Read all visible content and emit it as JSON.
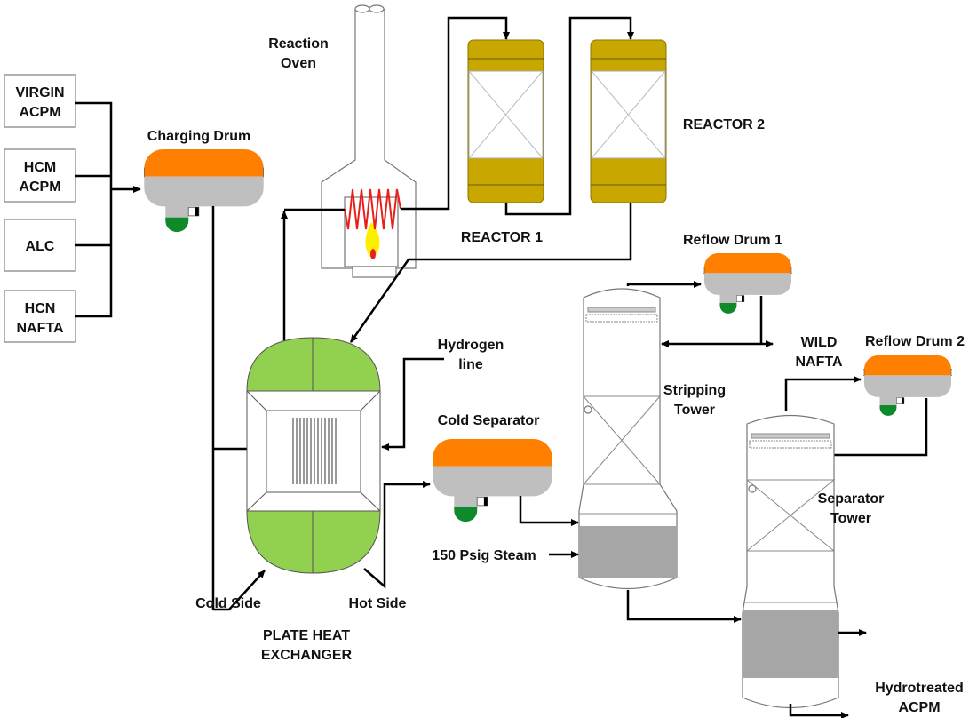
{
  "feeds": [
    {
      "line1": "VIRGIN",
      "line2": "ACPM"
    },
    {
      "line1": "HCM",
      "line2": "ACPM"
    },
    {
      "line1": "ALC",
      "line2": ""
    },
    {
      "line1": "HCN",
      "line2": "NAFTA"
    }
  ],
  "labels": {
    "charging_drum": "Charging Drum",
    "reaction_oven_1": "Reaction",
    "reaction_oven_2": "Oven",
    "reactor1": "REACTOR 1",
    "reactor2": "REACTOR 2",
    "reflow_drum1": "Reflow Drum 1",
    "reflow_drum2": "Reflow Drum 2",
    "wild_nafta_1": "WILD",
    "wild_nafta_2": "NAFTA",
    "hydrogen_1": "Hydrogen",
    "hydrogen_2": "line",
    "cold_separator": "Cold Separator",
    "stripping_1": "Stripping",
    "stripping_2": "Tower",
    "separator_1": "Separator",
    "separator_2": "Tower",
    "steam": "150 Psig Steam",
    "cold_side": "Cold Side",
    "hot_side": "Hot Side",
    "phe_1": "PLATE HEAT",
    "phe_2": "EXCHANGER",
    "product_1": "Hydrotreated",
    "product_2": "ACPM"
  },
  "colors": {
    "vapor": "#ff7f00",
    "liquid": "#bfbfbf",
    "water": "#0f8a2a",
    "catalyst": "#c8a800",
    "exchanger": "#92d050",
    "bottoms": "#a6a6a6",
    "coil": "#e8201c"
  }
}
